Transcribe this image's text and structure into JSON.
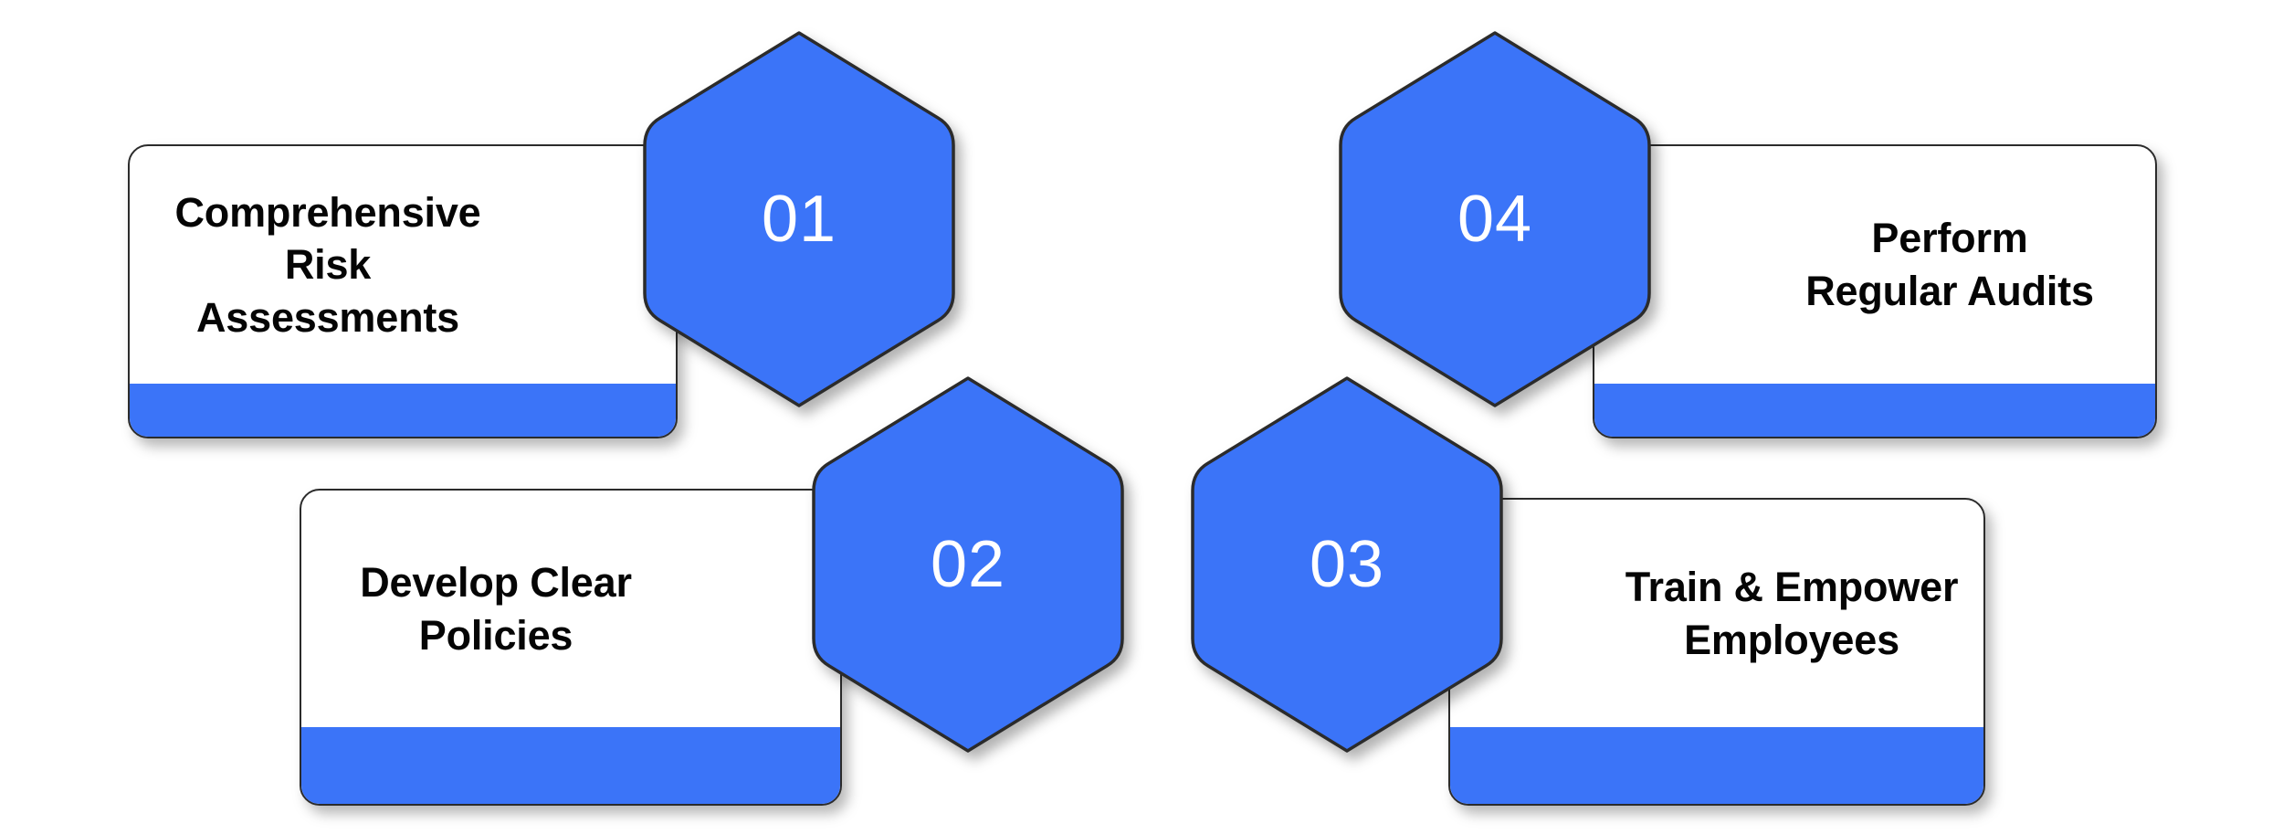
{
  "theme": {
    "background": "#ffffff",
    "accent_blue": "#3b74f8",
    "card_border": "#2b2b2b",
    "card_fill": "#ffffff",
    "title_text": "#050505",
    "badge_text": "#ffffff"
  },
  "diagram": {
    "type": "hexagon-step-infographic",
    "step_count": 4,
    "steps": [
      {
        "number": "01",
        "title": "Comprehensive\nRisk Assessments",
        "title_line1": "Comprehensive",
        "title_line2": "Risk Assessments",
        "badge_side": "right",
        "column": "left",
        "row": "top"
      },
      {
        "number": "02",
        "title": "Develop Clear\nPolicies",
        "title_line1": "Develop Clear",
        "title_line2": "Policies",
        "badge_side": "right",
        "column": "left",
        "row": "bottom"
      },
      {
        "number": "03",
        "title": "Train & Empower\nEmployees",
        "title_line1": "Train & Empower",
        "title_line2": "Employees",
        "badge_side": "left",
        "column": "right",
        "row": "bottom"
      },
      {
        "number": "04",
        "title": "Perform\nRegular Audits",
        "title_line1": "Perform",
        "title_line2": "Regular Audits",
        "badge_side": "left",
        "column": "right",
        "row": "top"
      }
    ]
  }
}
